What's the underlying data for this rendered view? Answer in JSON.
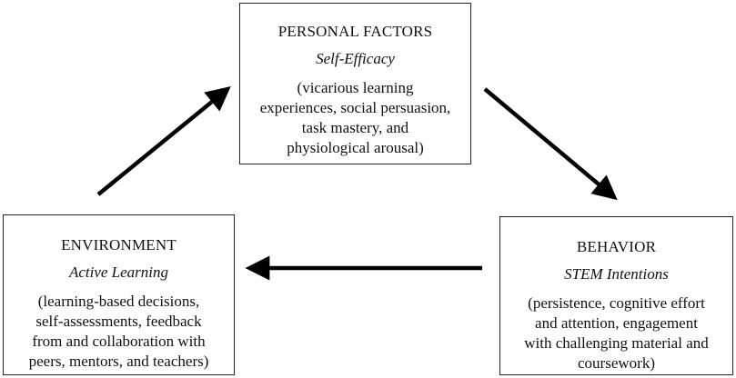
{
  "personal": {
    "title": "PERSONAL FACTORS",
    "subtitle": "Self-Efficacy",
    "desc_lines": [
      "(vicarious learning",
      "experiences, social persuasion,",
      "task mastery, and",
      "physiological arousal)"
    ]
  },
  "environment": {
    "title": "ENVIRONMENT",
    "subtitle": "Active Learning",
    "desc_lines": [
      "(learning-based decisions,",
      "self-assessments, feedback",
      "from and collaboration with",
      "peers, mentors, and teachers)"
    ]
  },
  "behavior": {
    "title": "BEHAVIOR",
    "subtitle": "STEM Intentions",
    "desc_lines": [
      "(persistence, cognitive effort",
      "and attention, engagement",
      "with challenging material and",
      "coursework)"
    ]
  },
  "colors": {
    "stroke": "#000000",
    "border": "#222222",
    "text": "#111111"
  }
}
